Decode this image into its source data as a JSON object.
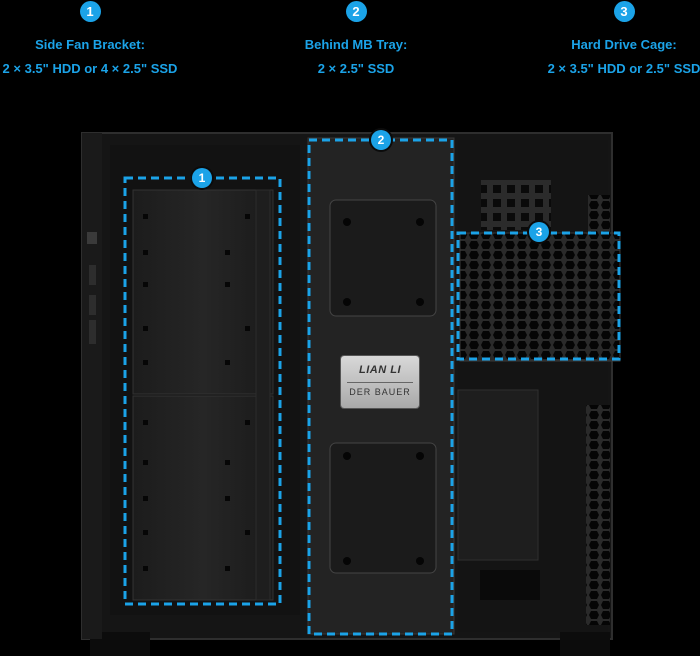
{
  "colors": {
    "accent": "#1ba3e8",
    "background": "#000000",
    "case_body": "#1f1f1f"
  },
  "callouts": [
    {
      "number": "1",
      "title": "Side Fan Bracket:",
      "desc": "2 × 3.5\" HDD or 4 × 2.5\" SSD"
    },
    {
      "number": "2",
      "title": "Behind MB Tray:",
      "desc": "2 × 2.5\" SSD"
    },
    {
      "number": "3",
      "title": "Hard Drive Cage:",
      "desc": "2 × 3.5\" HDD or 2.5\" SSD"
    }
  ],
  "markers": [
    "1",
    "2",
    "3"
  ],
  "nameplate": {
    "brand": "LIAN LI",
    "sub": "DER BAUER"
  }
}
